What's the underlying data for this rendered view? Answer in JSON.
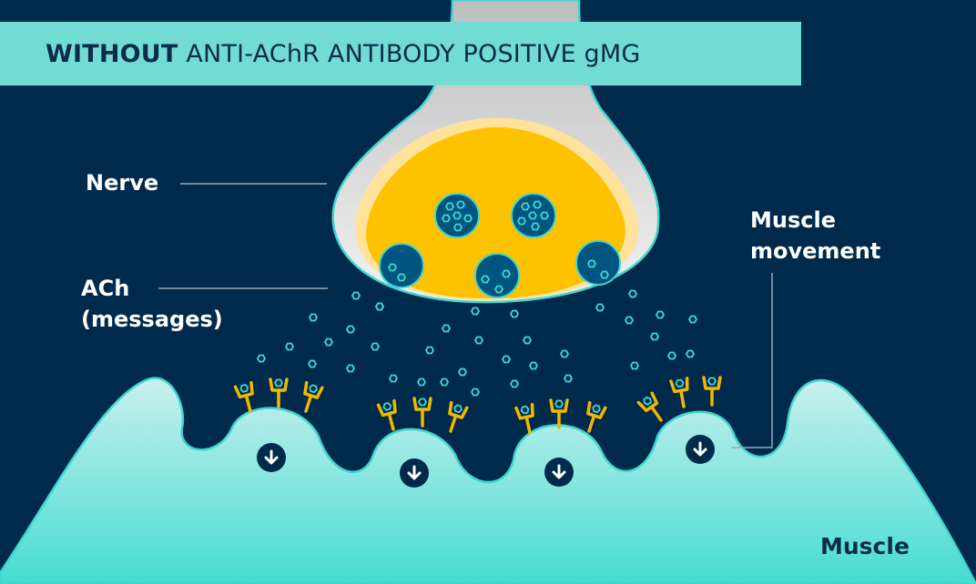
{
  "banner": {
    "bold": "WITHOUT",
    "rest": " ANTI-AChR ANTIBODY POSITIVE gMG"
  },
  "labels": {
    "nerve": "Nerve",
    "ach_line1": "ACh",
    "ach_line2": "(messages)",
    "movement_line1": "Muscle",
    "movement_line2": "movement",
    "muscle": "Muscle"
  },
  "icons": {
    "signal": "arrow-down-circle-icon",
    "receptor": "receptor-icon",
    "ach": "hexagon-icon",
    "vesicle": "vesicle-icon"
  },
  "colors": {
    "background": "#002a4c",
    "banner": "#72dcd4",
    "nerve_outer": "#d9d9d9",
    "nerve_inner": "#ffc200",
    "nerve_halo": "#ffe39a",
    "vesicle": "#005480",
    "accent": "#3fd6cf",
    "receptor": "#f2b800",
    "muscle_top": "#c4eeec",
    "muscle_bottom": "#4fdcd4",
    "text_dark": "#0a2c4a"
  }
}
